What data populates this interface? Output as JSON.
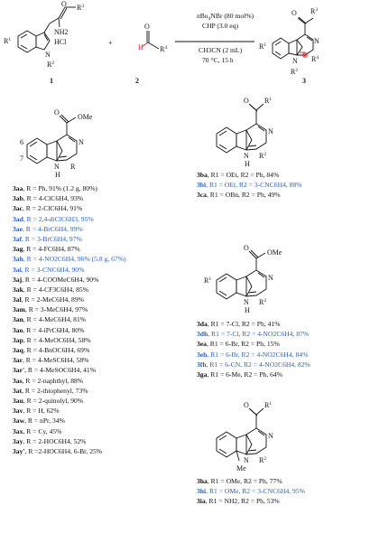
{
  "reaction": {
    "cond1_prefix": "n",
    "cond1_main": "Bu",
    "cond1_sub": "4",
    "cond1_rest": "NBr (80 mol%)",
    "cond2": "CHP (3.0 eq)",
    "cond3": "CH3CN (2 mL)",
    "cond4": "70 °C, 15 h",
    "labels": {
      "c1": "1",
      "c2": "2",
      "c3": "3"
    },
    "reagent_text": {
      "hcl": "HCl",
      "nh2": "NH2",
      "plus": "+"
    },
    "groups": {
      "R1": "R",
      "R1_sup": "1",
      "R2": "R",
      "R2_sup": "2",
      "R3": "R",
      "R3_sup": "3",
      "R4": "R",
      "R4_sup": "4",
      "O": "O",
      "N": "N",
      "H": "H"
    }
  },
  "struct_labels": {
    "s1_ome": "OMe",
    "s1_o": "O",
    "s1_n": "N",
    "s1_nh": "N",
    "s1_h": "H",
    "s1_r": "R",
    "s1_6": "6",
    "s1_7": "7",
    "s2_r1": "R",
    "s2_r1sup": "1",
    "s2_o": "O",
    "s2_n": "N",
    "s2_nh": "N",
    "s2_h": "H",
    "s2_r2": "R",
    "s2_r2sup": "2",
    "s3_ome": "OMe",
    "s3_o": "O",
    "s3_n": "N",
    "s3_nh": "N",
    "s3_h": "H",
    "s3_r1": "R",
    "s3_r1sup": "1",
    "s3_r2": "R",
    "s3_r2sup": "2",
    "s4_r1": "R",
    "s4_r1sup": "1",
    "s4_o": "O",
    "s4_n": "N",
    "s4_nh": "N",
    "s4_me": "Me",
    "s4_r2": "R",
    "s4_r2sup": "2"
  },
  "left_list": [
    {
      "code": "3aa",
      "text": ", R = Ph, 91% (1.2 g, 80%)",
      "blue": false
    },
    {
      "code": "3ab",
      "text": ", R = 4-ClC6H4, 93%",
      "blue": false
    },
    {
      "code": "3ac",
      "text": ", R = 2-ClC6H4, 91%",
      "blue": false
    },
    {
      "code": "3ad",
      "text": ", R = 2,4-diClC6H3, 95%",
      "blue": true
    },
    {
      "code": "3ae",
      "text": ", R = 4-BrC6H4, 99%",
      "blue": true
    },
    {
      "code": "3af",
      "text": ", R = 3-BrC6H4, 97%",
      "blue": true
    },
    {
      "code": "3ag",
      "text": ", R = 4-FC6H4, 87%",
      "blue": false
    },
    {
      "code": "3ah",
      "text": ", R = 4-NO2C6H4, 96% (5.8 g, 67%)",
      "blue": true
    },
    {
      "code": "3ai",
      "text": ", R = 3-CNC6H4, 90%",
      "blue": true
    },
    {
      "code": "3aj",
      "text": ", R = 4-COOMeC6H4, 90%",
      "blue": false
    },
    {
      "code": "3ak",
      "text": ", R = 4-CF3C6H4, 85%",
      "blue": false
    },
    {
      "code": "3al",
      "text": ", R = 2-MeC6H4, 89%",
      "blue": false
    },
    {
      "code": "3am",
      "text": ", R = 3-MeC6H4, 97%",
      "blue": false
    },
    {
      "code": "3an",
      "text": ", R = 4-MeC6H4, 81%",
      "blue": false
    },
    {
      "code": "3ao",
      "text": ", R = 4-iPrC6H4, 80%",
      "blue": false
    },
    {
      "code": "3ap",
      "text": ", R = 4-MeOC6H4, 58%",
      "blue": false
    },
    {
      "code": "3aq",
      "text": ", R = 4-BnOC6H4, 69%",
      "blue": false
    },
    {
      "code": "3ar",
      "text": ", R = 4-MeSC6H4, 58%",
      "blue": false
    },
    {
      "code": "3ar'",
      "text": ", R = 4-MeSOC6H4, 41%",
      "blue": false
    },
    {
      "code": "3as",
      "text": ", R = 2-naphthyl, 88%",
      "blue": false
    },
    {
      "code": "3at",
      "text": ", R = 2-thiophenyl, 73%",
      "blue": false
    },
    {
      "code": "3au",
      "text": ", R = 2-quinolyl, 90%",
      "blue": false
    },
    {
      "code": "3av",
      "text": ", R = H, 62%",
      "blue": false
    },
    {
      "code": "3aw",
      "text": ", R = nPr, 34%",
      "blue": false
    },
    {
      "code": "3ax",
      "text": ", R = Cy, 45%",
      "blue": false
    },
    {
      "code": "3ay",
      "text": ", R = 2-HOC6H4, 52%",
      "blue": false
    },
    {
      "code": "3ay'",
      "text": ", R =2-HOC6H4, 6-Br, 25%",
      "blue": false
    }
  ],
  "right_group1": [
    {
      "code": "3ba",
      "text": ", R1 = OEt, R2 = Ph, 84%",
      "blue": false
    },
    {
      "code": "3bi",
      "text": ", R1 = OEt, R2 = 3-CNC6H4, 88%",
      "blue": true
    },
    {
      "code": "3ca",
      "text": ", R1 = OBn, R2 = Ph, 49%",
      "blue": false
    }
  ],
  "right_group2": [
    {
      "code": "3da",
      "text": ", R1 = 7-Cl, R2 = Ph, 41%",
      "blue": false
    },
    {
      "code": "3dh",
      "text": ", R1 = 7-Cl, R2 = 4-NO2C6H4, 87%",
      "blue": true
    },
    {
      "code": "3ea",
      "text": ", R1 = 6-Br, R2 = Ph,  15%",
      "blue": false
    },
    {
      "code": "3eh",
      "text": ", R1 = 6-Br, R2 = 4-NO2C6H4, 84%",
      "blue": true
    },
    {
      "code": "3fh",
      "text": ", R1 = 6-CN, R2 = 4-NO2C6H4, 82%",
      "blue": true
    },
    {
      "code": "3ga",
      "text": ", R1 = 6-Me, R2 = Ph,  64%",
      "blue": false
    }
  ],
  "right_group3": [
    {
      "code": "3ha",
      "text": ", R1 = OMe, R2 = Ph, 77%",
      "blue": false
    },
    {
      "code": "3hi",
      "text": ", R1 = OMe, R2 = 3-CNC6H4, 95%",
      "blue": true
    },
    {
      "code": "3ia",
      "text": ", R1 = NH2, R2 = Ph, 53%",
      "blue": false
    }
  ],
  "colors": {
    "blue": "#2a5fb0",
    "red": "#d22",
    "ink": "#111"
  }
}
